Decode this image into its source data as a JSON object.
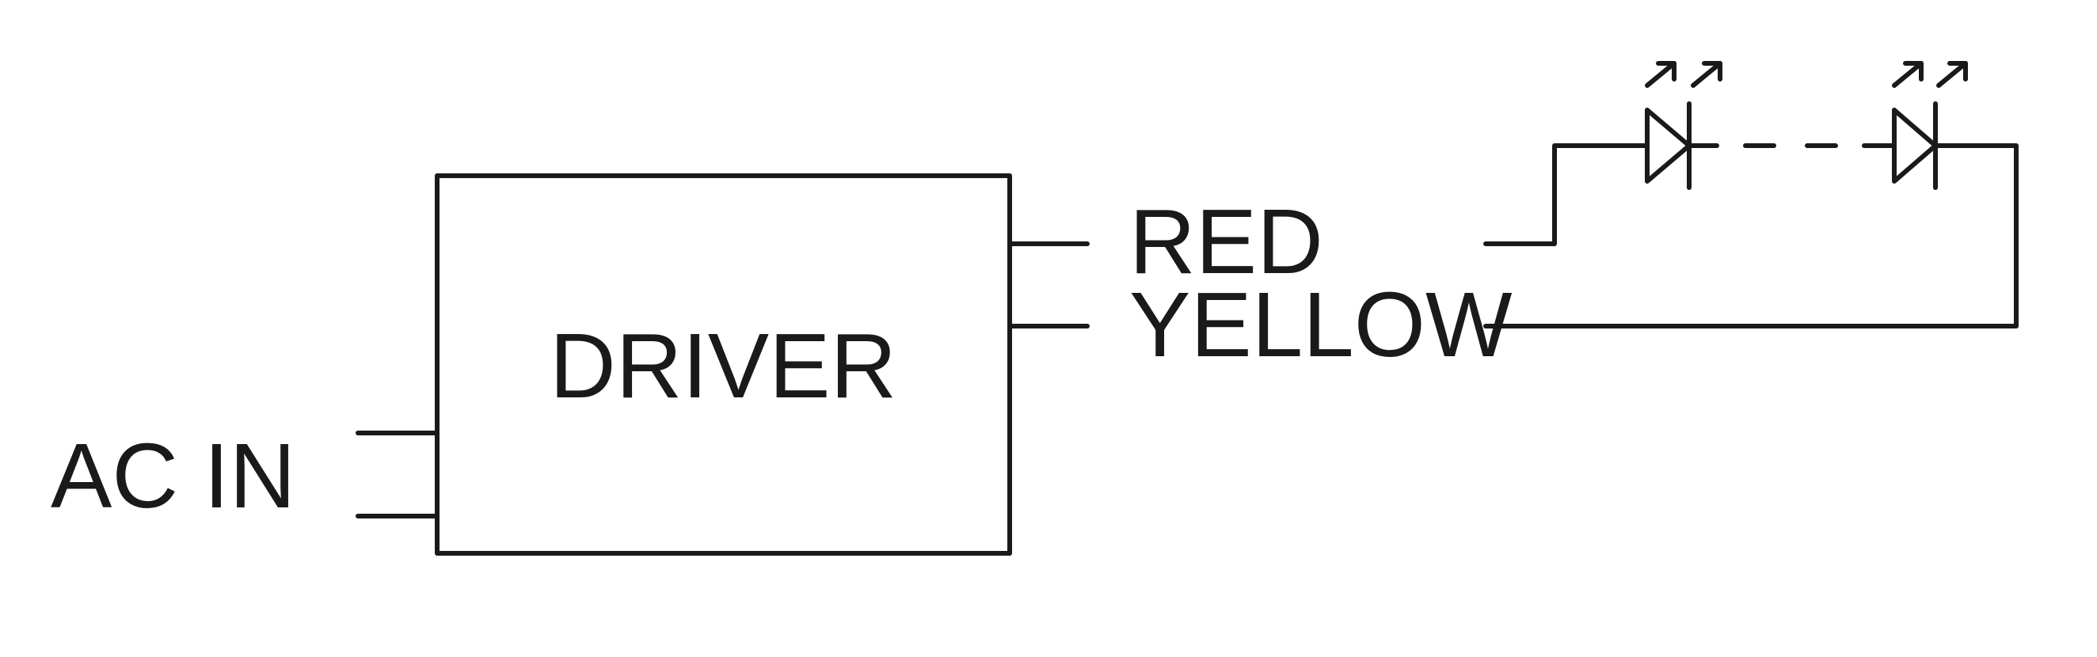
{
  "labels": {
    "driver": "DRIVER",
    "ac_in": "AC IN",
    "red": "RED",
    "yellow": "YELLOW"
  },
  "colors": {
    "line": "#1a1a1a",
    "background": "#ffffff"
  },
  "components": {
    "leds": [
      {
        "name": "led-1",
        "icon": "led-diode-icon"
      },
      {
        "name": "led-n",
        "icon": "led-diode-icon"
      }
    ],
    "series_gap": "dashed-continuation"
  }
}
